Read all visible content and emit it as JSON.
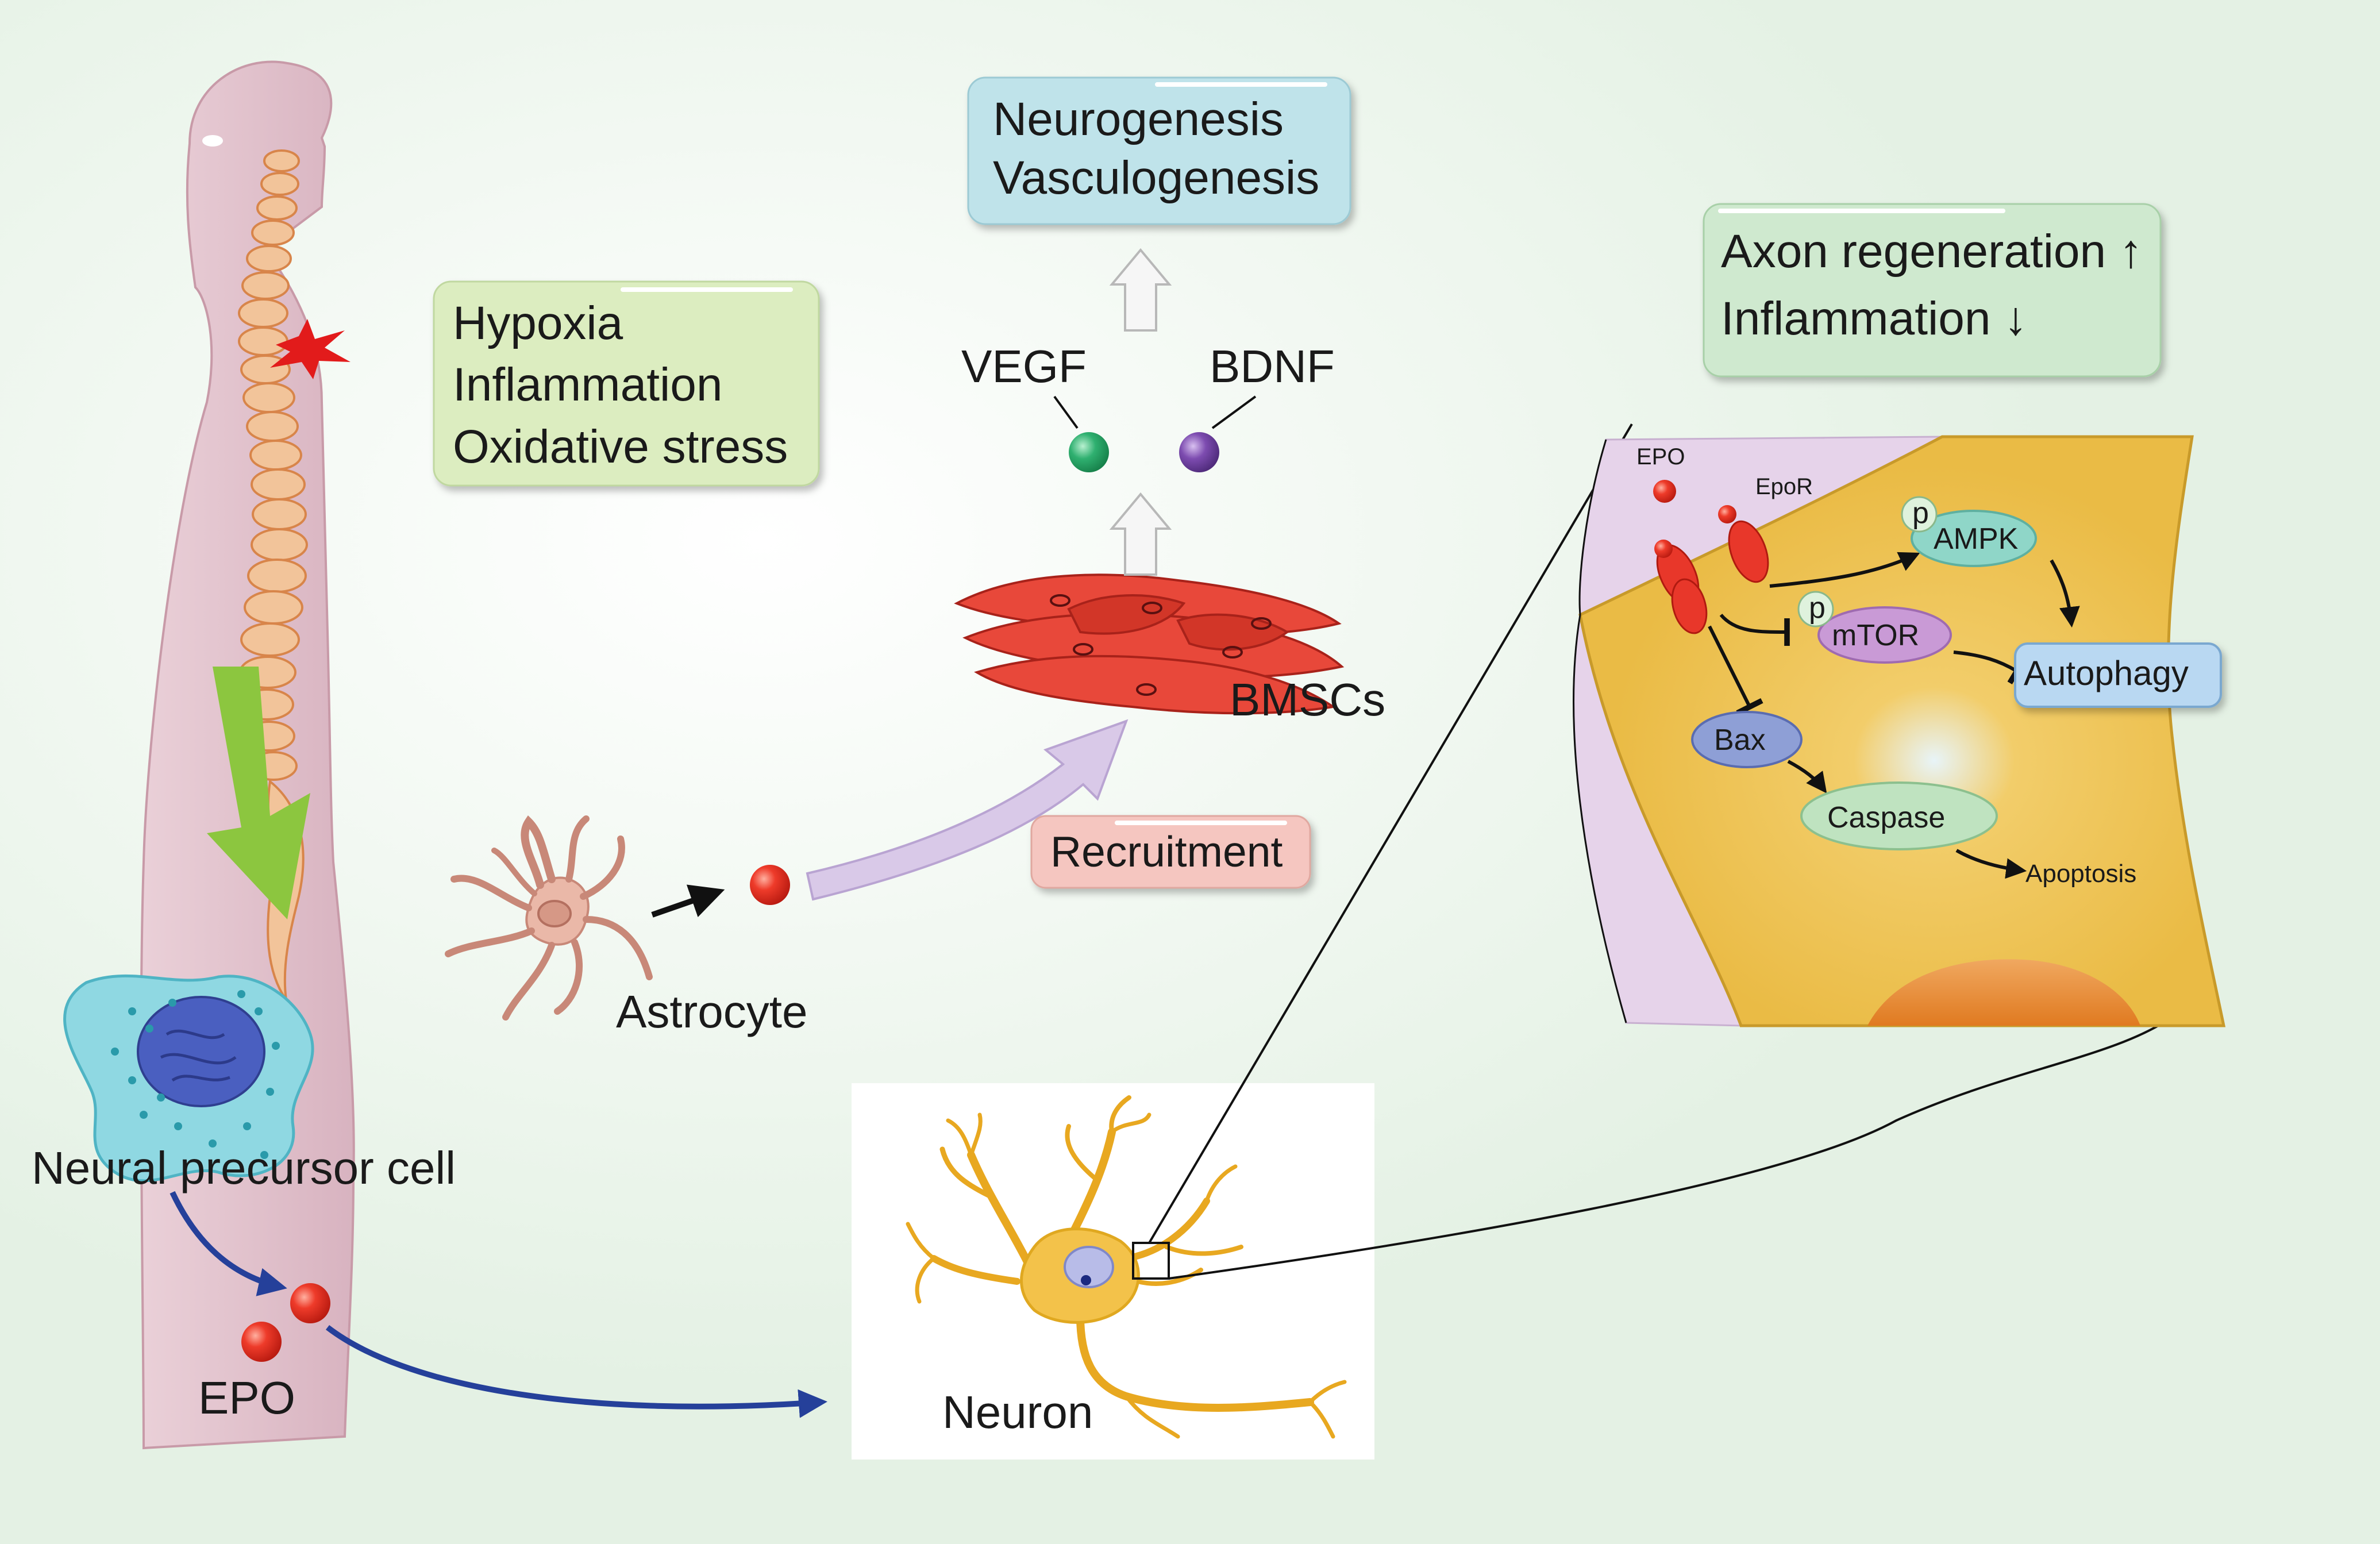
{
  "stress_box": {
    "lines": [
      "Hypoxia",
      "Inflammation",
      "Oxidative stress"
    ],
    "color": "#dcedc0"
  },
  "outcome_box": {
    "lines": [
      "Neurogenesis",
      "Vasculogenesis"
    ],
    "color": "#bfe3ea"
  },
  "effects_box": {
    "lines": [
      "Axon regeneration ↑",
      "Inflammation ↓"
    ],
    "color": "#cfe9cf"
  },
  "recruitment_box": {
    "label": "Recruitment",
    "color": "#f5c6c0"
  },
  "factors": {
    "vegf": "VEGF",
    "bdnf": "BDNF"
  },
  "labels": {
    "bmscs": "BMSCs",
    "astrocyte": "Astrocyte",
    "neural_precursor": "Neural precursor cell",
    "epo": "EPO",
    "neuron": "Neuron"
  },
  "signaling": {
    "epo": "EPO",
    "epor": "EpoR",
    "p": "p",
    "ampk": "AMPK",
    "mtor": "mTOR",
    "autophagy": "Autophagy",
    "bax": "Bax",
    "caspase": "Caspase",
    "apoptosis": "Apoptosis"
  },
  "colors": {
    "background": "#e6f2e6",
    "epo_red": "#e23a2a",
    "vegf_green": "#2faa6a",
    "bdnf_purple": "#7a4aa8",
    "cell_yellow": "#eec04a",
    "membrane_lilac": "#e6d3ea",
    "ampk_teal": "#8fd6c8",
    "mtor_purple": "#c99ad6",
    "autophagy_blue": "#b9d8f2",
    "bax_blue": "#8e9fd6",
    "caspase_green": "#bfe3c0",
    "arrow_blue": "#25409a",
    "arrow_green": "#8cc63f",
    "arrow_lilac": "#d9c9e8"
  }
}
